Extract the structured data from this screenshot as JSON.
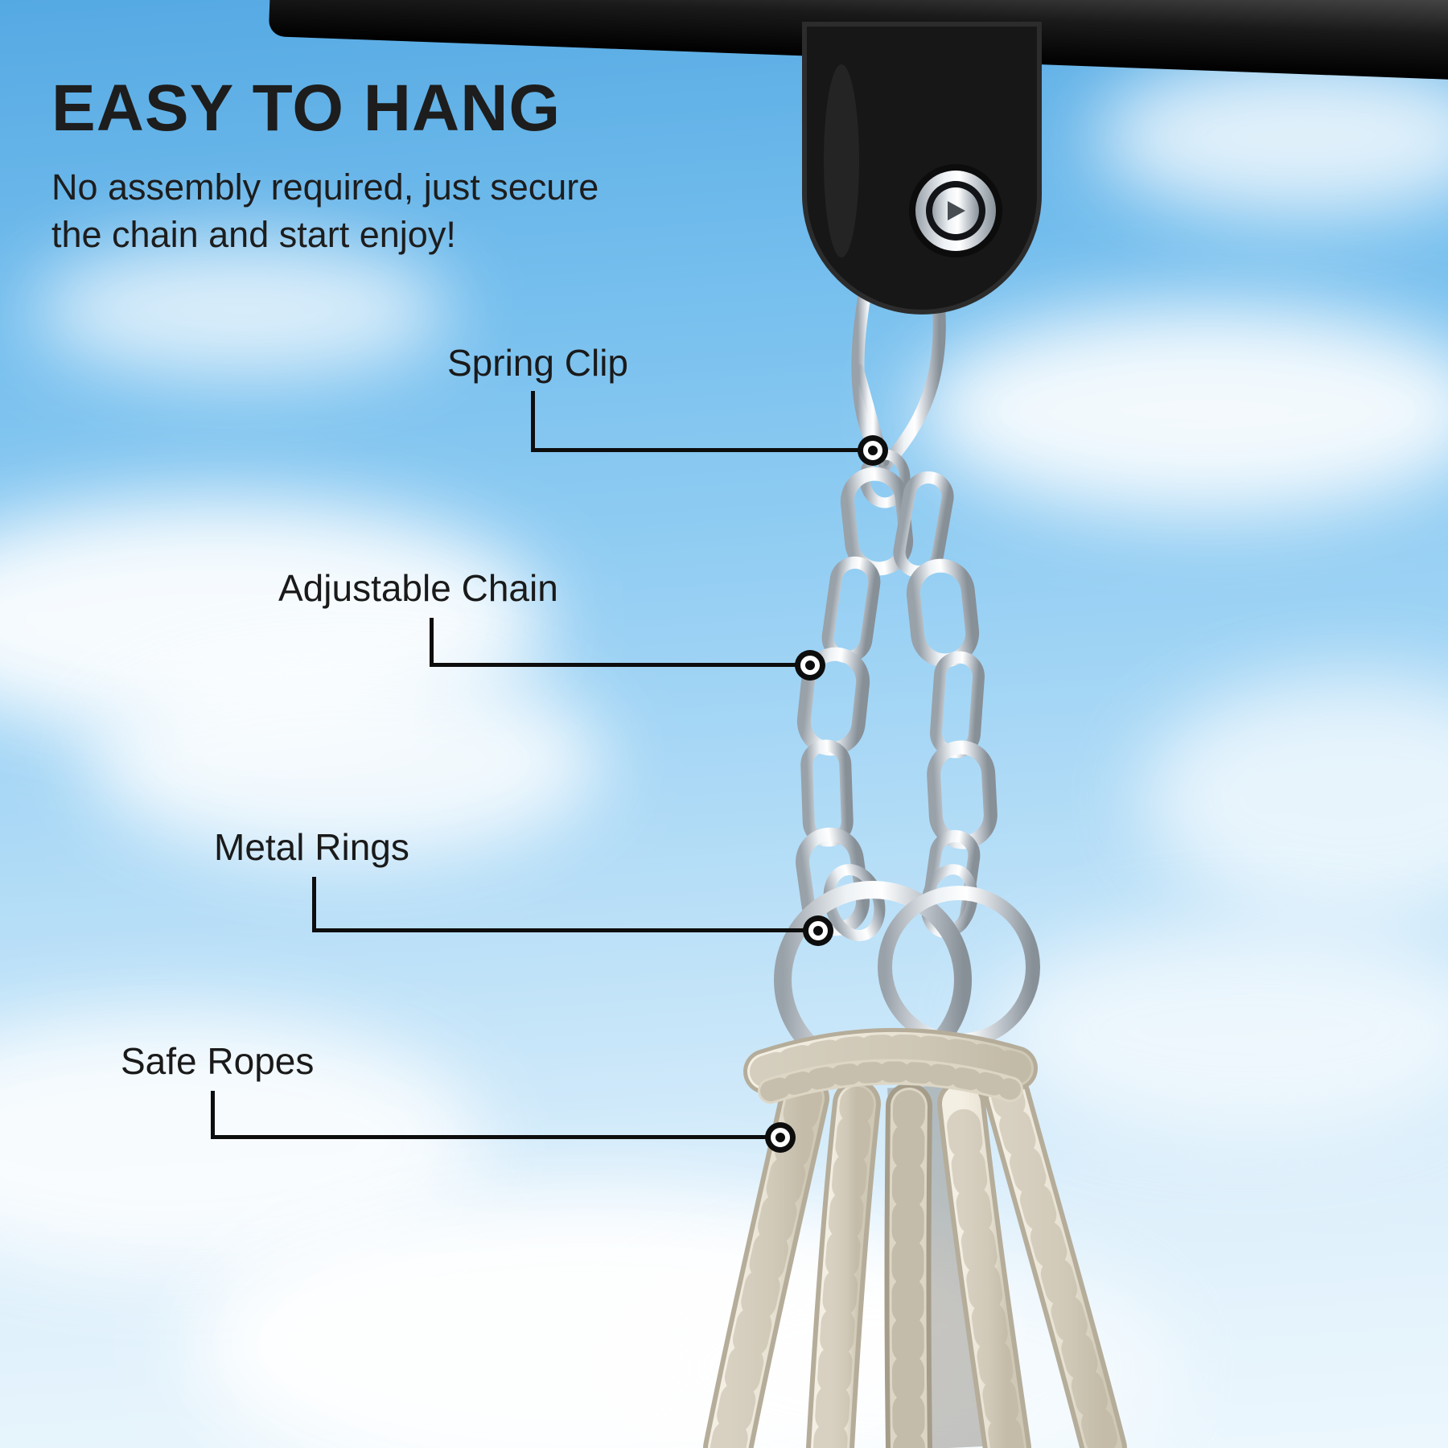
{
  "page": {
    "title": "EASY TO HANG",
    "subtitle_line1": "No assembly required, just secure",
    "subtitle_line2": "the chain and start enjoy!"
  },
  "callouts": [
    {
      "id": "spring-clip",
      "label": "Spring Clip"
    },
    {
      "id": "adjustable-chain",
      "label": "Adjustable Chain"
    },
    {
      "id": "metal-rings",
      "label": "Metal Rings"
    },
    {
      "id": "safe-ropes",
      "label": "Safe Ropes"
    }
  ],
  "colors": {
    "text": "#1d1d1d",
    "leader_line": "#0d0d0d",
    "sky_top": "#55a9e3",
    "sky_bottom": "#ecf7fd",
    "hardware_black": "#161616",
    "metal_light": "#f4f6f8",
    "metal_dark": "#8b939b",
    "rope_light": "#efe9dc",
    "rope_shadow": "#b3ab97"
  }
}
